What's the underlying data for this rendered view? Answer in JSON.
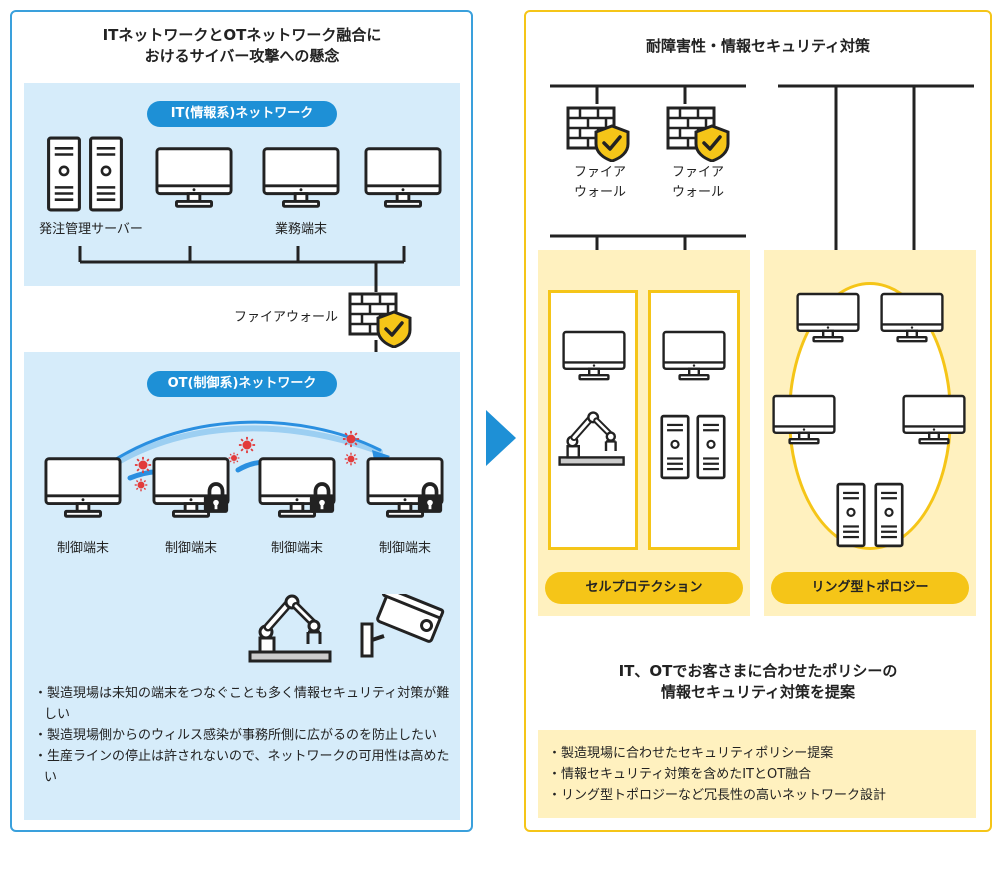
{
  "left_panel": {
    "title_line1": "ITネットワークとOTネットワーク融合に",
    "title_line2": "おけるサイバー攻撃への懸念",
    "it_network_label": "IT(情報系)ネットワーク",
    "order_server_label": "発注管理サーバー",
    "business_terminal_label": "業務端末",
    "firewall_label": "ファイアウォール",
    "ot_network_label": "OT(制御系)ネットワーク",
    "control_terminal_labels": [
      "制御端末",
      "制御端末",
      "制御端末",
      "制御端末"
    ],
    "concerns": [
      "・製造現場は未知の端末をつなぐことも多く情報セキュリティ対策が難しい",
      "・製造現場側からのウィルス感染が事務所側に広がるのを防止したい",
      "・生産ラインの停止は許されないので、ネットワークの可用性は高めたい"
    ]
  },
  "right_panel": {
    "title": "耐障害性・情報セキュリティ対策",
    "firewall_label_1": "ファイア\nウォール",
    "firewall_label_2": "ファイア\nウォール",
    "cell_protection_label": "セルプロテクション",
    "ring_topology_label": "リング型トポロジー",
    "proposal_line1": "IT、OTでお客さまに合わせたポリシーの",
    "proposal_line2": "情報セキュリティ対策を提案",
    "points": [
      "・製造現場に合わせたセキュリティポリシー提案",
      "・情報セキュリティ対策を含めたITとOT融合",
      "・リング型トポロジーなど冗長性の高いネットワーク設計"
    ]
  },
  "colors": {
    "blue_border": "#3aa0dc",
    "blue_zone": "#d6ecfa",
    "blue_pill": "#1e90d6",
    "yellow_border": "#f5c518",
    "yellow_zone": "#fff1bf",
    "virus_red": "#e23b3b",
    "arrow_blue": "#2a8fe0"
  }
}
